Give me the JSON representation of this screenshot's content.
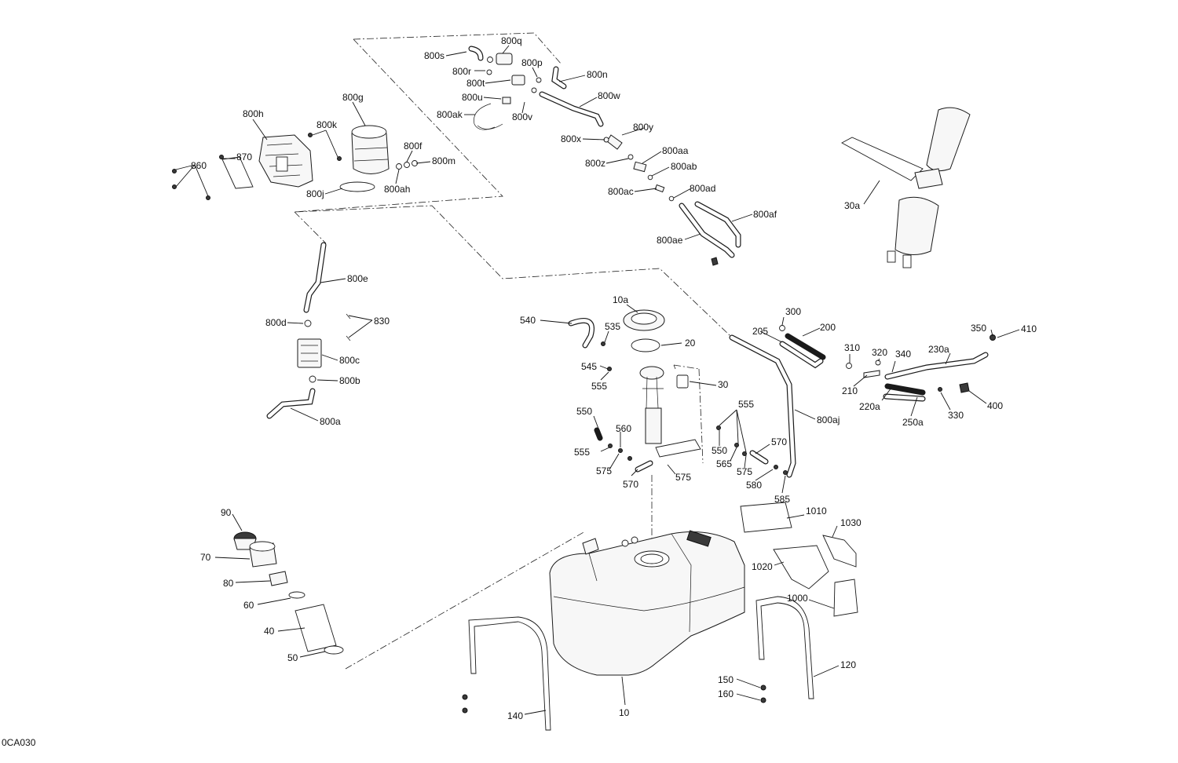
{
  "figure_code": "0CA030",
  "callouts": [
    "800s",
    "800q",
    "800r",
    "800t",
    "800p",
    "800n",
    "800u",
    "800w",
    "800ak",
    "800v",
    "800g",
    "800h",
    "800k",
    "800f",
    "800m",
    "800ah",
    "800j",
    "870",
    "860",
    "800y",
    "800x",
    "800aa",
    "800z",
    "800ab",
    "800ac",
    "800ad",
    "800af",
    "800ae",
    "30a",
    "800e",
    "830",
    "800d",
    "800c",
    "800b",
    "800a",
    "10a",
    "540",
    "535",
    "20",
    "545",
    "555",
    "30",
    "300",
    "205",
    "200",
    "350",
    "410",
    "230a",
    "310",
    "320",
    "340",
    "210",
    "220a",
    "250a",
    "330",
    "400",
    "800aj",
    "555",
    "550",
    "560",
    "555",
    "575",
    "570",
    "575",
    "550",
    "565",
    "575",
    "570",
    "580",
    "585",
    "1010",
    "1030",
    "1020",
    "1000",
    "90",
    "70",
    "80",
    "60",
    "40",
    "50",
    "10",
    "140",
    "120",
    "150",
    "160"
  ]
}
